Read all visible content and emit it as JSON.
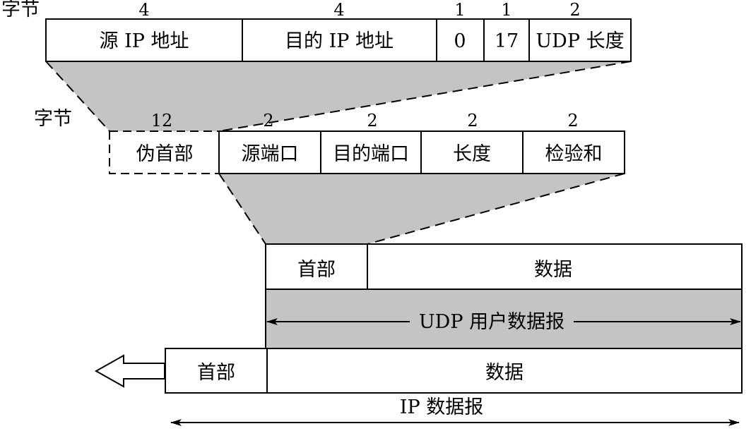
{
  "colors": {
    "shade": "#c4c4c4",
    "stroke": "#000000",
    "background": "#ffffff"
  },
  "pseudo_header_row": {
    "bytes_label": "字节",
    "fields": [
      {
        "label": "源 IP 地址",
        "bytes": "4"
      },
      {
        "label": "目的 IP 地址",
        "bytes": "4"
      },
      {
        "label": "0",
        "bytes": "1"
      },
      {
        "label": "17",
        "bytes": "1"
      },
      {
        "label": "UDP 长度",
        "bytes": "2"
      }
    ]
  },
  "udp_header_row": {
    "bytes_label": "字节",
    "fields": [
      {
        "label": "伪首部",
        "bytes": "12"
      },
      {
        "label": "源端口",
        "bytes": "2"
      },
      {
        "label": "目的端口",
        "bytes": "2"
      },
      {
        "label": "长度",
        "bytes": "2"
      },
      {
        "label": "检验和",
        "bytes": "2"
      }
    ]
  },
  "udp_datagram": {
    "header": "首部",
    "data": "数据",
    "caption": "UDP 用户数据报"
  },
  "ip_datagram": {
    "header": "首部",
    "data": "数据",
    "caption": "IP 数据报",
    "arrow_icon": "left-hollow-arrow-icon"
  }
}
